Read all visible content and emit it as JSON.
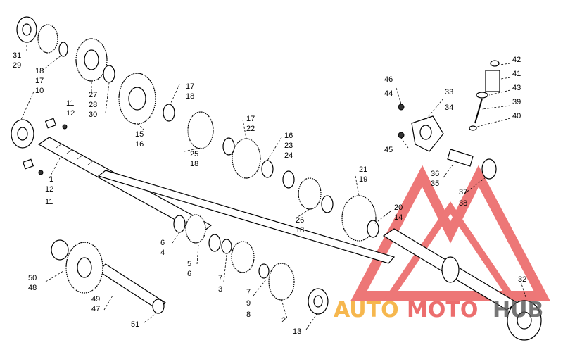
{
  "watermark": {
    "auto": "AUTO",
    "moto": "MOTO",
    "hub": "HUB",
    "colors": {
      "auto": "#f5a623",
      "moto": "#e84a4a",
      "hub": "#555555",
      "logo": "#e84a4a"
    }
  },
  "callouts": [
    {
      "id": "c31",
      "text": "31"
    },
    {
      "id": "c29",
      "text": "29"
    },
    {
      "id": "c18a",
      "text": "18"
    },
    {
      "id": "c17a",
      "text": "17"
    },
    {
      "id": "c10",
      "text": "10"
    },
    {
      "id": "c27",
      "text": "27"
    },
    {
      "id": "c28",
      "text": "28"
    },
    {
      "id": "c30",
      "text": "30"
    },
    {
      "id": "c11a",
      "text": "11"
    },
    {
      "id": "c12a",
      "text": "12"
    },
    {
      "id": "c15",
      "text": "15"
    },
    {
      "id": "c16a",
      "text": "16"
    },
    {
      "id": "c17b",
      "text": "17"
    },
    {
      "id": "c18b",
      "text": "18"
    },
    {
      "id": "c25",
      "text": "25"
    },
    {
      "id": "c18c",
      "text": "18"
    },
    {
      "id": "c17c",
      "text": "17"
    },
    {
      "id": "c22",
      "text": "22"
    },
    {
      "id": "c16b",
      "text": "16"
    },
    {
      "id": "c23",
      "text": "23"
    },
    {
      "id": "c24",
      "text": "24"
    },
    {
      "id": "c1",
      "text": "1"
    },
    {
      "id": "c12b",
      "text": "12"
    },
    {
      "id": "c11b",
      "text": "11"
    },
    {
      "id": "c21",
      "text": "21"
    },
    {
      "id": "c19",
      "text": "19"
    },
    {
      "id": "c26",
      "text": "26"
    },
    {
      "id": "c18d",
      "text": "18"
    },
    {
      "id": "c20",
      "text": "20"
    },
    {
      "id": "c14",
      "text": "14"
    },
    {
      "id": "c6a",
      "text": "6"
    },
    {
      "id": "c4",
      "text": "4"
    },
    {
      "id": "c5",
      "text": "5"
    },
    {
      "id": "c6b",
      "text": "6"
    },
    {
      "id": "c7a",
      "text": "7"
    },
    {
      "id": "c3",
      "text": "3"
    },
    {
      "id": "c7b",
      "text": "7"
    },
    {
      "id": "c9",
      "text": "9"
    },
    {
      "id": "c8",
      "text": "8"
    },
    {
      "id": "c2",
      "text": "2"
    },
    {
      "id": "c13",
      "text": "13"
    },
    {
      "id": "c50",
      "text": "50"
    },
    {
      "id": "c48",
      "text": "48"
    },
    {
      "id": "c49",
      "text": "49"
    },
    {
      "id": "c47",
      "text": "47"
    },
    {
      "id": "c51",
      "text": "51"
    },
    {
      "id": "c46",
      "text": "46"
    },
    {
      "id": "c44",
      "text": "44"
    },
    {
      "id": "c33",
      "text": "33"
    },
    {
      "id": "c34",
      "text": "34"
    },
    {
      "id": "c45",
      "text": "45"
    },
    {
      "id": "c42",
      "text": "42"
    },
    {
      "id": "c41",
      "text": "41"
    },
    {
      "id": "c43",
      "text": "43"
    },
    {
      "id": "c39",
      "text": "39"
    },
    {
      "id": "c40",
      "text": "40"
    },
    {
      "id": "c36",
      "text": "36"
    },
    {
      "id": "c35",
      "text": "35"
    },
    {
      "id": "c37",
      "text": "37"
    },
    {
      "id": "c38",
      "text": "38"
    },
    {
      "id": "c32",
      "text": "32"
    }
  ]
}
